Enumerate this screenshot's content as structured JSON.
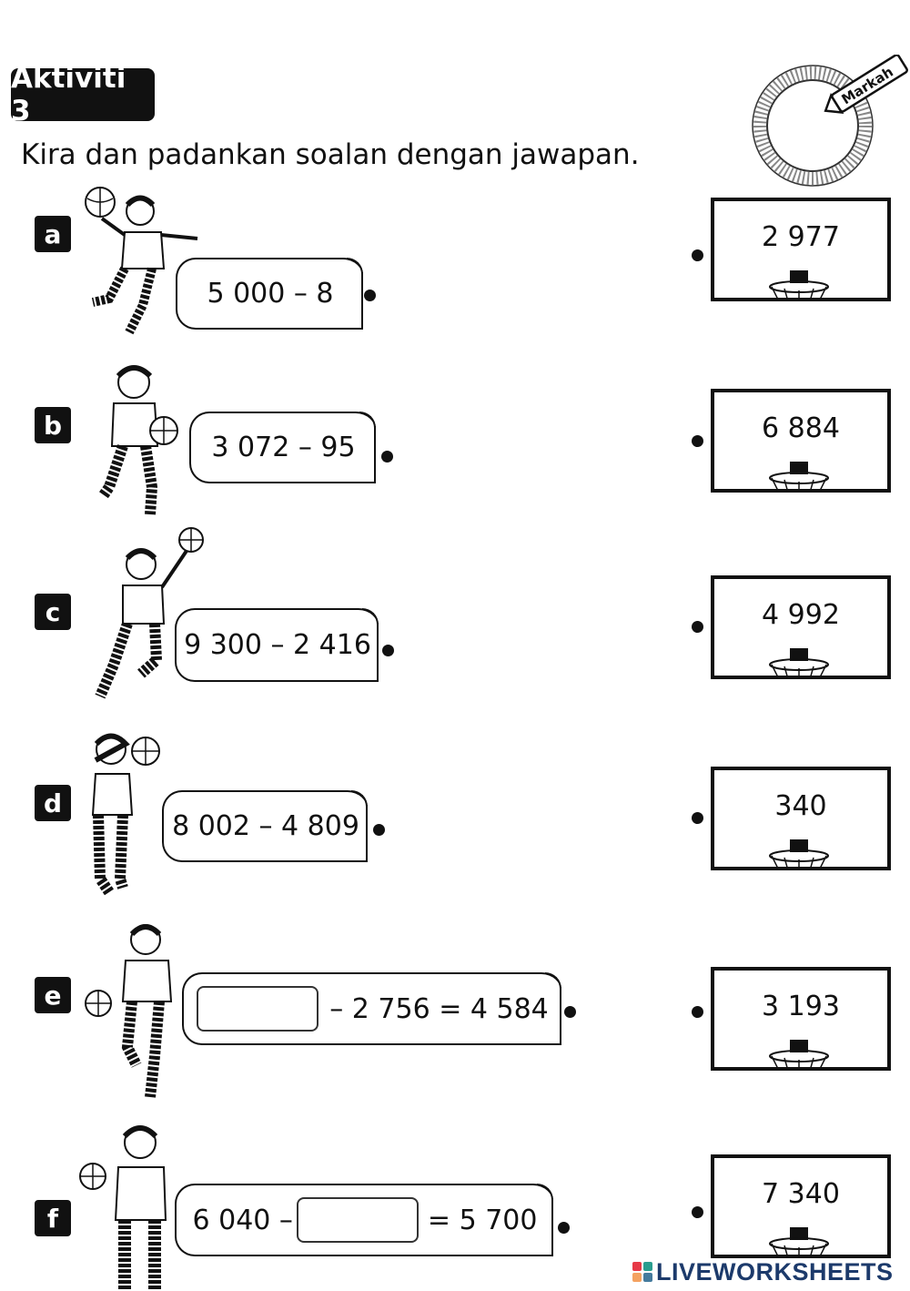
{
  "header": {
    "title": "Aktiviti 3"
  },
  "instruction": "Kira dan padankan soalan dengan jawapan.",
  "score_badge": {
    "label": "Markah"
  },
  "questions": [
    {
      "letter": "a",
      "expr": "5 000 – 8"
    },
    {
      "letter": "b",
      "expr": "3 072 – 95"
    },
    {
      "letter": "c",
      "expr": "9 300 – 2 416"
    },
    {
      "letter": "d",
      "expr": "8 002 – 4 809"
    },
    {
      "letter": "e",
      "expr_after": "– 2 756 = 4 584"
    },
    {
      "letter": "f",
      "expr_before": "6 040 –",
      "expr_after": "= 5 700"
    }
  ],
  "answers": [
    {
      "value": "2 977"
    },
    {
      "value": "6 884"
    },
    {
      "value": "4 992"
    },
    {
      "value": "340"
    },
    {
      "value": "3 193"
    },
    {
      "value": "7 340"
    }
  ],
  "footer": {
    "brand": "LIVEWORKSHEETS"
  },
  "colors": {
    "ink": "#111111",
    "brand": "#1c3a6b"
  }
}
